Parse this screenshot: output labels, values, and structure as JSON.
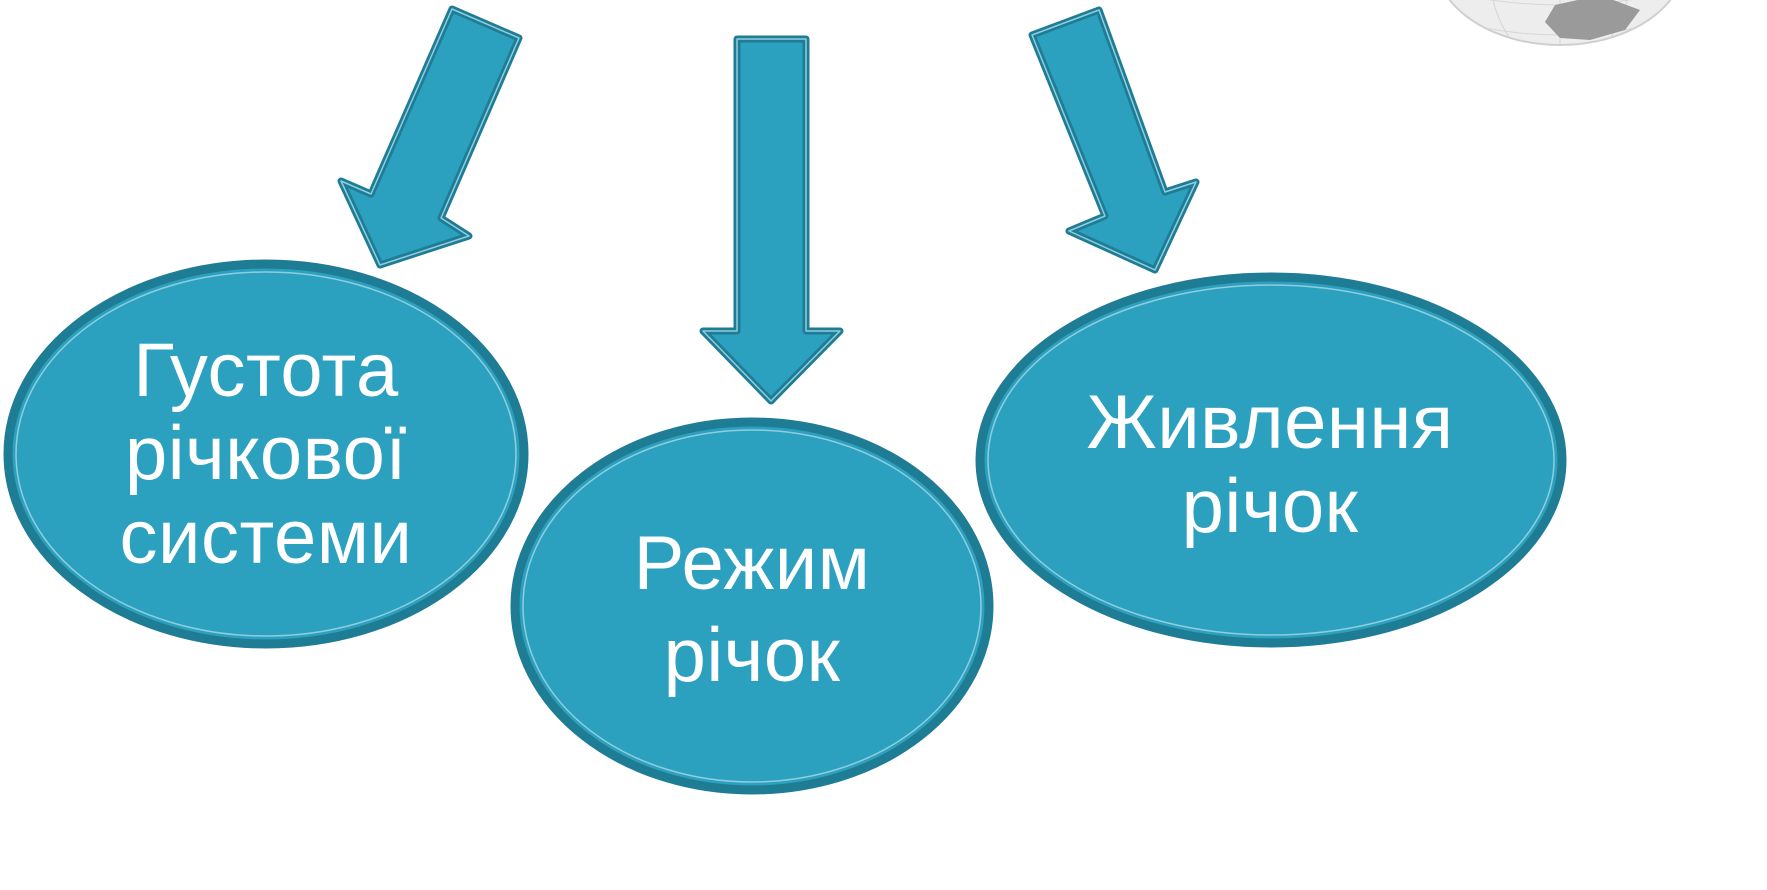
{
  "colors": {
    "fill": "#2BA1BF",
    "stroke": "#1E7C95",
    "inner_line": "#8FCDDD",
    "text": "#ffffff",
    "globe_land": "#9A9A9A",
    "globe_sea": "#EDEDED"
  },
  "nodes": [
    {
      "id": "density",
      "lines": [
        "Густота",
        "річкової",
        "системи"
      ]
    },
    {
      "id": "regime",
      "lines": [
        "Режим",
        "річок"
      ]
    },
    {
      "id": "feeding",
      "lines": [
        "Живлення",
        "річок"
      ]
    }
  ],
  "arrows": [
    {
      "id": "arrow-left",
      "direction": "down-left"
    },
    {
      "id": "arrow-center",
      "direction": "down"
    },
    {
      "id": "arrow-right",
      "direction": "down-right"
    }
  ],
  "decorations": [
    {
      "id": "globe",
      "icon": "globe-icon"
    }
  ]
}
